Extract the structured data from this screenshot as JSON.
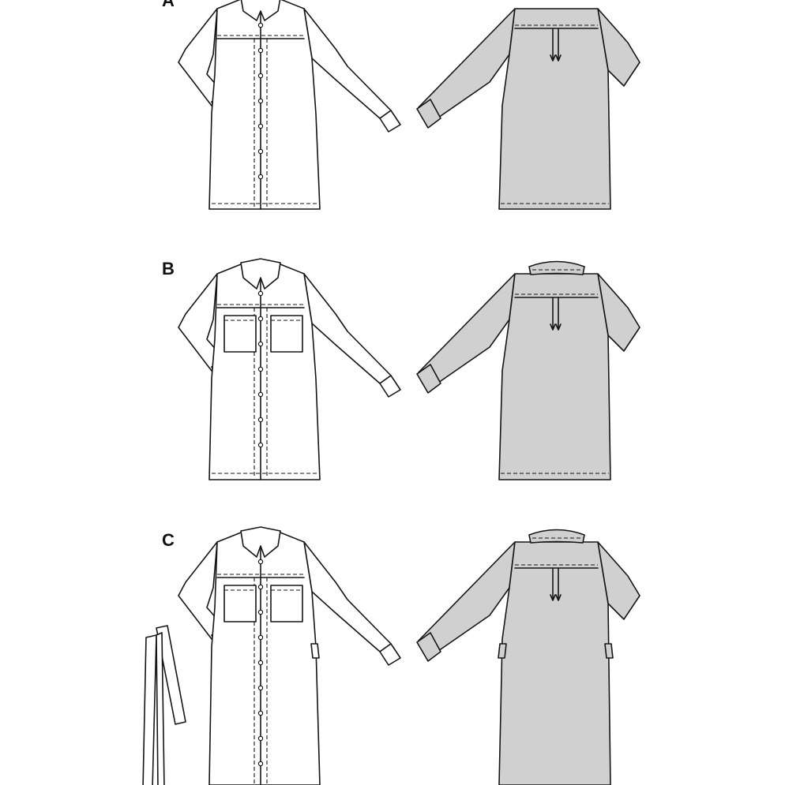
{
  "views": [
    {
      "label": "A",
      "pockets": false,
      "back_collar": false,
      "belt": false
    },
    {
      "label": "B",
      "pockets": true,
      "back_collar": true,
      "belt": false
    },
    {
      "label": "C",
      "pockets": true,
      "back_collar": true,
      "belt": true
    }
  ],
  "colors": {
    "outline": "#151515",
    "front_fill": "#ffffff",
    "back_fill": "#d0d0d0",
    "background": "#ffffff"
  }
}
